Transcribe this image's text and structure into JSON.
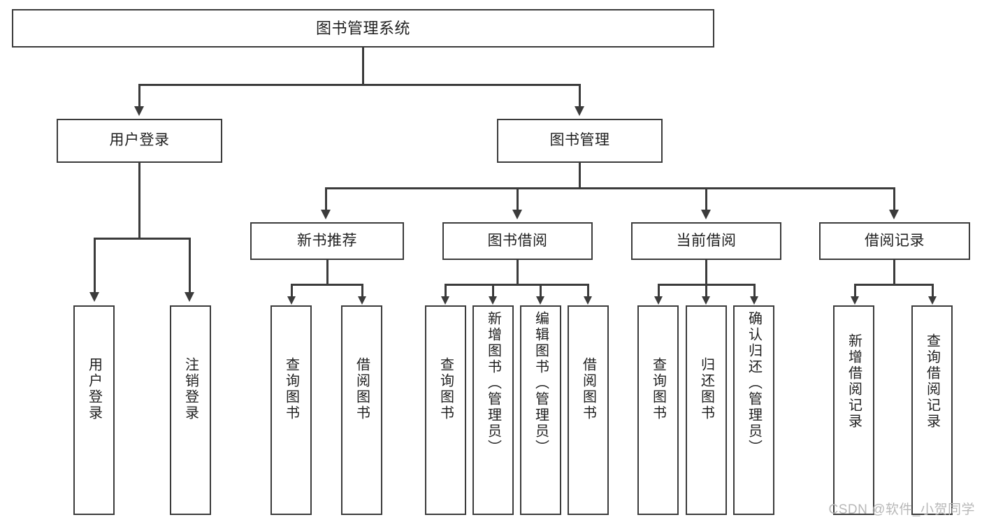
{
  "diagram": {
    "title": "图书管理系统",
    "type": "tree",
    "watermark": "CSDN @软件_小贺同学",
    "colors": {
      "box_border": "#3b3b3b",
      "box_fill": "#ffffff",
      "text": "#1f1f1f",
      "connector": "#3b3b3b",
      "watermark": "#b8b8b8",
      "background": "#ffffff"
    },
    "root": {
      "label": "图书管理系统"
    },
    "level2": [
      {
        "label": "用户登录"
      },
      {
        "label": "图书管理"
      }
    ],
    "level3": [
      {
        "label": "新书推荐"
      },
      {
        "label": "图书借阅"
      },
      {
        "label": "当前借阅"
      },
      {
        "label": "借阅记录"
      }
    ],
    "leaves": {
      "user_login": [
        {
          "label": "用户登录"
        },
        {
          "label": "注销登录"
        }
      ],
      "new_book_recommend": [
        {
          "label": "查询图书"
        },
        {
          "label": "借阅图书"
        }
      ],
      "book_borrow": [
        {
          "label": "查询图书"
        },
        {
          "label": "新增图书（管理员）"
        },
        {
          "label": "编辑图书（管理员）"
        },
        {
          "label": "借阅图书"
        }
      ],
      "current_borrow": [
        {
          "label": "查询图书"
        },
        {
          "label": "归还图书"
        },
        {
          "label": "确认归还（管理员）"
        }
      ],
      "borrow_record": [
        {
          "label": "新增借阅记录"
        },
        {
          "label": "查询借阅记录"
        }
      ]
    }
  }
}
